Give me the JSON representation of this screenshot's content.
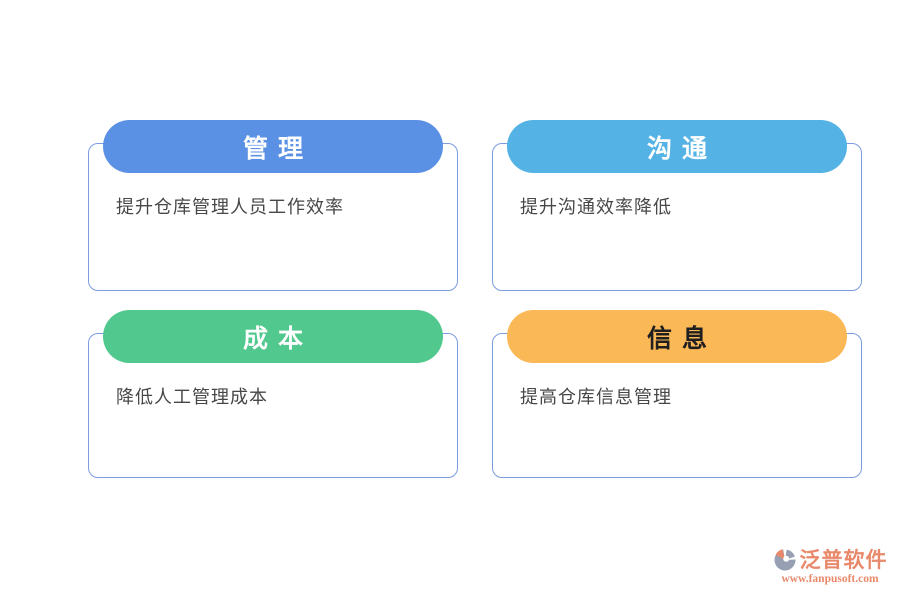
{
  "page": {
    "background": "#ffffff"
  },
  "cards": [
    {
      "key": "management",
      "title": "管理",
      "body": "提升仓库管理人员工作效率",
      "pill_color": "#5B91E4",
      "title_color": "#ffffff"
    },
    {
      "key": "communication",
      "title": "沟通",
      "body": "提升沟通效率降低",
      "pill_color": "#54B3E4",
      "title_color": "#ffffff"
    },
    {
      "key": "cost",
      "title": "成本",
      "body": "降低人工管理成本",
      "pill_color": "#50C88E",
      "title_color": "#ffffff"
    },
    {
      "key": "information",
      "title": "信息",
      "body": "提高仓库信息管理",
      "pill_color": "#FBB857",
      "title_color": "#1f1f1f"
    }
  ],
  "style": {
    "card_border_color": "#7B9CDF",
    "body_text_color": "#474747"
  },
  "watermark": {
    "brand": "泛普软件",
    "url": "www.fanpusoft.com",
    "brand_color": "#E8896B",
    "icon": "fanpu-logo-icon",
    "icon_gray": "#96A0B2",
    "icon_orange": "#E8896B"
  }
}
